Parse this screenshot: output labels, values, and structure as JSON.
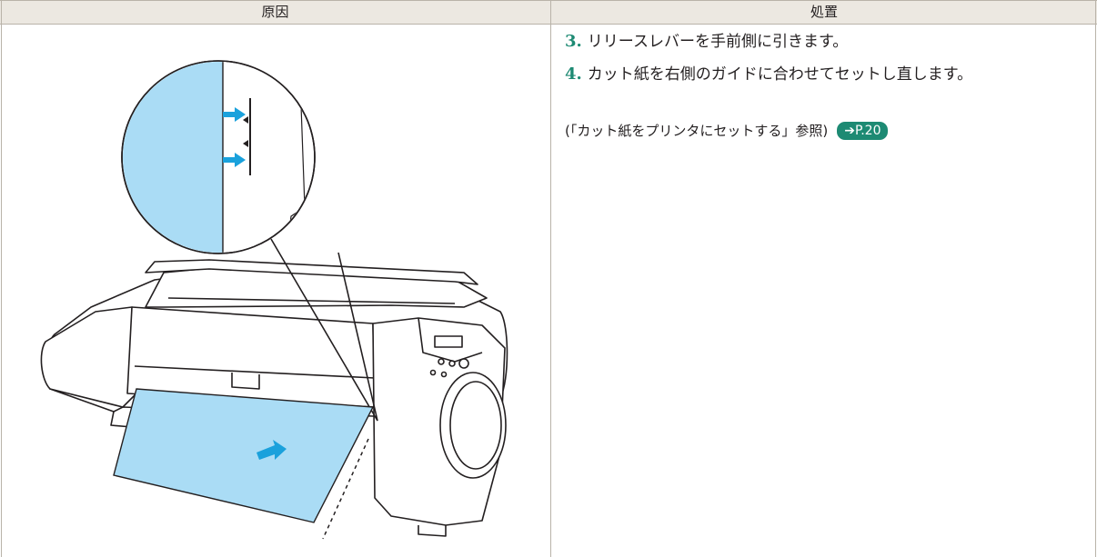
{
  "table": {
    "headers": {
      "cause": "原因",
      "action": "処置"
    }
  },
  "steps": [
    {
      "number": "3.",
      "text": "リリースレバーを手前側に引きます。"
    },
    {
      "number": "4.",
      "text": "カット紙を右側のガイドに合わせてセットし直します。"
    }
  ],
  "reference": {
    "text": "(「カット紙をプリンタにセットする」参照)",
    "link_label": "➔P.20"
  },
  "colors": {
    "accent": "#1d8a73",
    "paper_blue": "#aadcf5",
    "arrow_blue": "#1aa1dc",
    "header_bg": "#ece8e1"
  }
}
